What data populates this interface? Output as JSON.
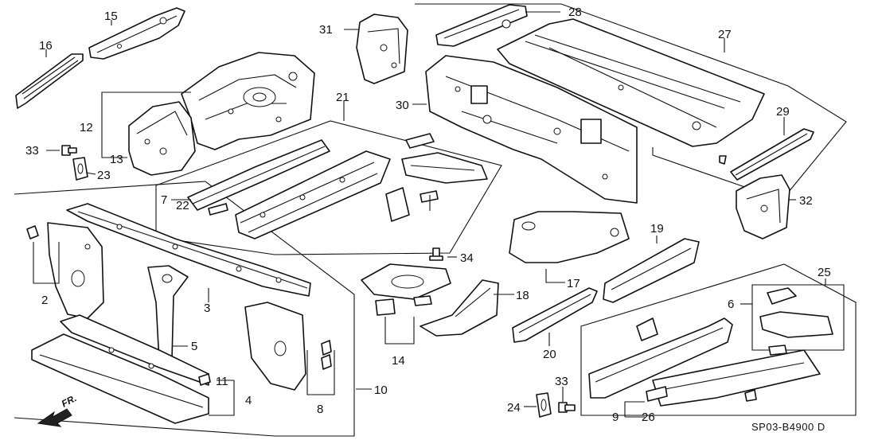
{
  "diagram": {
    "callouts": [
      "2",
      "3",
      "4",
      "5",
      "6",
      "7",
      "8",
      "9",
      "10",
      "11",
      "12",
      "13",
      "14",
      "15",
      "16",
      "17",
      "18",
      "19",
      "20",
      "21",
      "22",
      "23",
      "24",
      "25",
      "26",
      "27",
      "28",
      "29",
      "30",
      "31",
      "32",
      "33",
      "34"
    ],
    "diagram_code": "SP03-B4900 D",
    "direction_label": "FR."
  }
}
